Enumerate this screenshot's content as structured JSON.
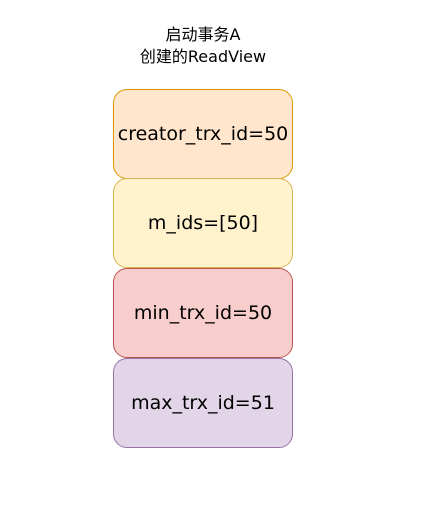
{
  "caption": {
    "line1": "启动事务A",
    "line2": "创建的ReadView"
  },
  "fields": [
    {
      "label": "creator_trx_id=50",
      "fill": "#ffe6cc",
      "stroke": "#d79b00"
    },
    {
      "label": "m_ids=[50]",
      "fill": "#fff2cc",
      "stroke": "#d6b656"
    },
    {
      "label": "min_trx_id=50",
      "fill": "#f8cecc",
      "stroke": "#b85450"
    },
    {
      "label": "max_trx_id=51",
      "fill": "#e1d5e7",
      "stroke": "#9673a6"
    }
  ]
}
